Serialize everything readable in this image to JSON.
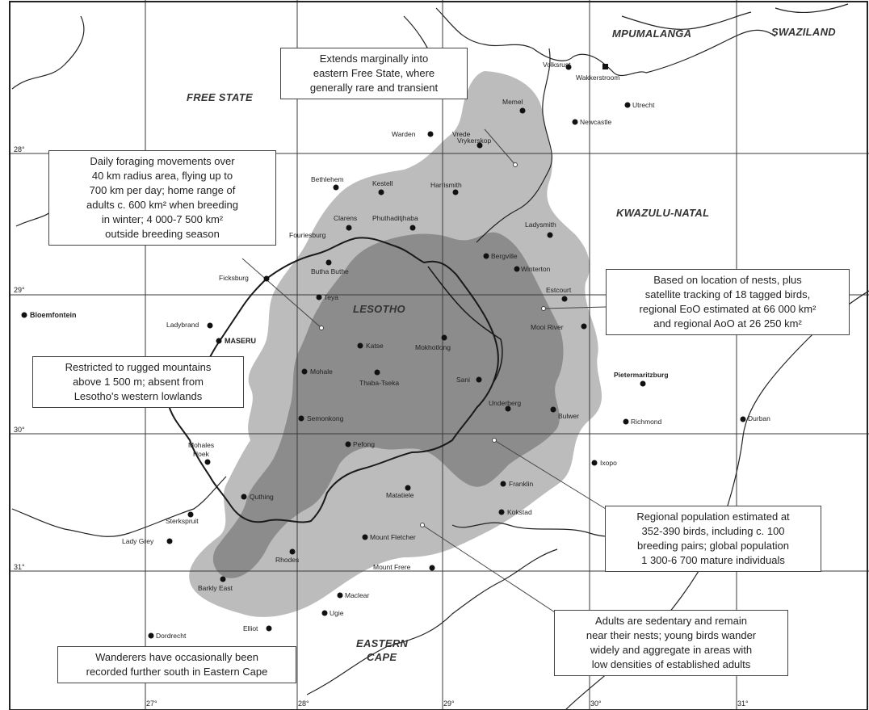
{
  "regions": {
    "mpumalanga": "MPUMALANGA",
    "swaziland": "SWAZILAND",
    "free_state": "FREE STATE",
    "kwazulu_natal": "KWAZULU-NATAL",
    "lesotho": "LESOTHO",
    "eastern_cape_1": "EASTERN",
    "eastern_cape_2": "CAPE"
  },
  "latitudes": {
    "lat28": "28°",
    "lat29": "29°",
    "lat30": "30°",
    "lat31": "31°"
  },
  "longitudes": {
    "lon27": "27°",
    "lon28": "28°",
    "lon29": "29°",
    "lon30": "30°",
    "lon31": "31°"
  },
  "callouts": {
    "free_state_note": [
      "Extends marginally into",
      "eastern Free State, where",
      "generally rare and transient"
    ],
    "foraging_note": [
      "Daily foraging movements over",
      "40 km radius area, flying up to",
      "700 km per day; home range of",
      "adults c. 600 km² when breeding",
      "in winter; 4 000-7 500 km²",
      "outside breeding season"
    ],
    "eoo_note": [
      "Based on location of nests, plus",
      "satellite tracking of 18 tagged birds,",
      "regional EoO estimated at 66 000 km²",
      "and regional AoO at 26 250 km²"
    ],
    "mountains_note": [
      "Restricted to rugged mountains",
      "above 1 500 m; absent from",
      "Lesotho's western lowlands"
    ],
    "population_note": [
      "Regional population estimated at",
      "352-390 birds, including c. 100",
      "breeding pairs; global population",
      "1 300-6 700 mature individuals"
    ],
    "adults_note": [
      "Adults are sedentary and remain",
      "near their nests; young birds wander",
      "widely and aggregate in areas with",
      "low densities of established adults"
    ],
    "wanderers_note": [
      "Wanderers have occasionally been",
      "recorded further south in Eastern Cape"
    ]
  },
  "towns": {
    "volksrust": "Volksrust",
    "wakkerstroom": "Wakkerstroom",
    "utrecht": "Utrecht",
    "memel": "Memel",
    "newcastle": "Newcastle",
    "warden": "Warden",
    "vrede": "Vrede",
    "vrykerskop": "Vrykerskop",
    "bethlehem": "Bethlehem",
    "kestell": "Kestell",
    "harrismith": "Harrismith",
    "clarens": "Clarens",
    "phuthaditjhaba": "Phuthaditjhaba",
    "ladysmith": "Ladysmith",
    "fouriesburg": "Fouriesburg",
    "butha_buthe": "Butha Buthe",
    "bergville": "Bergville",
    "winterton": "Winterton",
    "ficksburg": "Ficksburg",
    "estcourt": "Estcourt",
    "teyateyaneng": "Teya",
    "bloemfontein": "Bloemfontein",
    "ladybrand": "Ladybrand",
    "maseru": "MASERU",
    "mooi_river": "Mooi River",
    "mokhotlong": "Mokhotlong",
    "katse": "Katse",
    "mohale": "Mohale",
    "thaba_tseka": "Thaba-Tseka",
    "sani": "Sani",
    "pietermaritzburg": "Pietermaritzburg",
    "semonkong": "Semonkong",
    "underberg": "Underberg",
    "bulwer": "Bulwer",
    "richmond": "Richmond",
    "durban": "Durban",
    "mohales_hoek_1": "Mohales",
    "mohales_hoek_2": "Hoek",
    "peka": "Pefong",
    "ixopo": "Ixopo",
    "quthing": "Quthing",
    "franklin": "Franklin",
    "matatiele": "Matatiele",
    "sterkspruit": "Sterkspruit",
    "kokstad": "Kokstad",
    "lady_grey": "Lady Grey",
    "mount_fletcher": "Mount Fletcher",
    "rhodes": "Rhodes",
    "mount_frere": "Mount Frere",
    "barkly_east": "Barkly East",
    "maclear": "Maclear",
    "ugie": "Ugie",
    "elliot": "Elliot",
    "dordrecht": "Dordrecht"
  },
  "colors": {
    "light_range": "#bcbcbc",
    "dark_range": "#8c8c8c",
    "grid": "#3a3a3a",
    "border": "#222222"
  }
}
